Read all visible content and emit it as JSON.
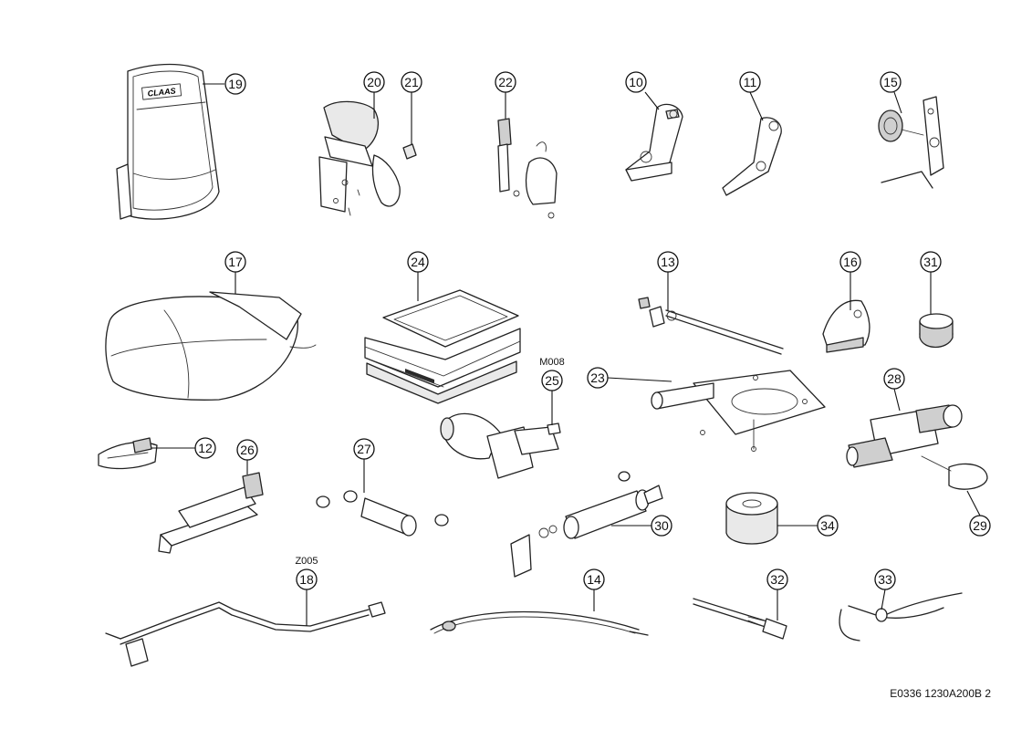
{
  "callouts": {
    "c10": "10",
    "c11": "11",
    "c12": "12",
    "c13": "13",
    "c14": "14",
    "c15": "15",
    "c16": "16",
    "c17": "17",
    "c18": "18",
    "c19": "19",
    "c20": "20",
    "c21": "21",
    "c22": "22",
    "c23": "23",
    "c24": "24",
    "c25": "25",
    "c26": "26",
    "c27": "27",
    "c28": "28",
    "c29": "29",
    "c30": "30",
    "c31": "31",
    "c32": "32",
    "c33": "33",
    "c34": "34"
  },
  "codes": {
    "m008": "M008",
    "z005": "Z005"
  },
  "backrest_logo": "CLAAS",
  "document_id": "E0336 1230A200B 2"
}
